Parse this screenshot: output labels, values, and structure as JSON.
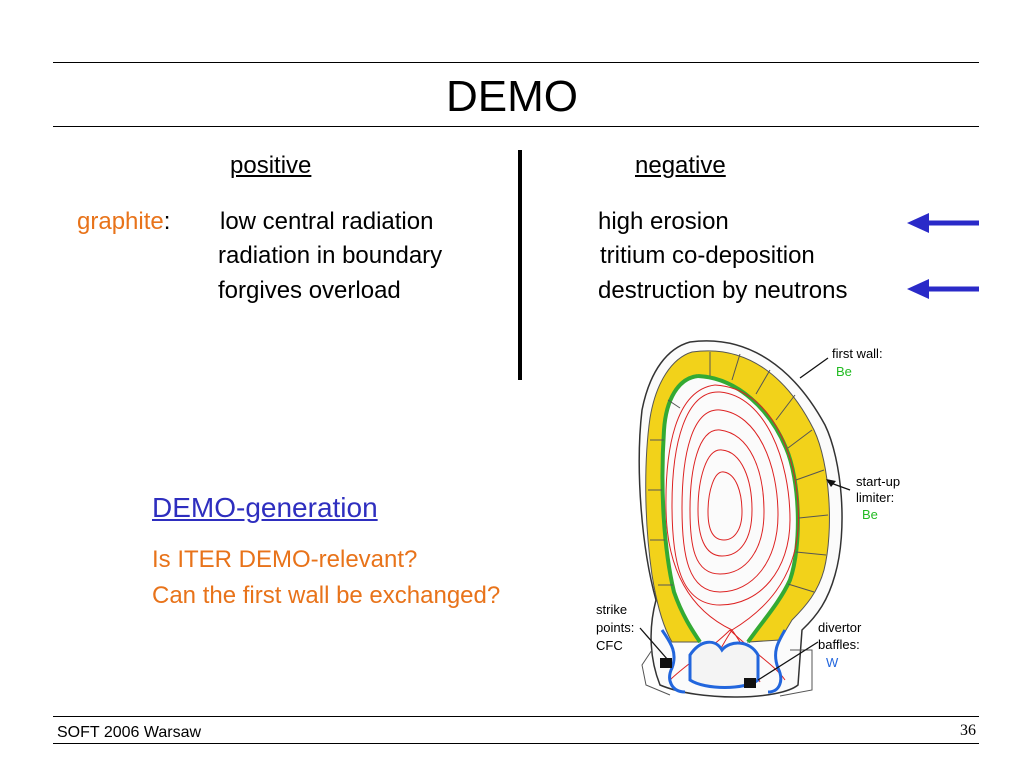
{
  "slide": {
    "title": "DEMO",
    "positive_heading": "positive",
    "negative_heading": "negative",
    "material_label": "graphite",
    "material_colon": ":",
    "positives": [
      "low central radiation",
      "radiation in boundary",
      "forgives overload"
    ],
    "negatives": [
      "high erosion",
      "tritium co-deposition",
      "destruction by neutrons"
    ],
    "demo_generation": "DEMO-generation",
    "questions": [
      "Is ITER DEMO-relevant?",
      "Can the first wall be exchanged?"
    ]
  },
  "diagram": {
    "first_wall_label": "first wall:",
    "first_wall_material": "Be",
    "limiter_label_1": "start-up",
    "limiter_label_2": "limiter:",
    "limiter_material": "Be",
    "strike_label_1": "strike",
    "strike_label_2": "points:",
    "strike_material": "CFC",
    "divertor_label_1": "divertor",
    "divertor_label_2": "baffles:",
    "divertor_material": "W"
  },
  "footer": {
    "conference": "SOFT 2006 Warsaw",
    "page_number": "36"
  },
  "colors": {
    "accent_orange": "#e8731a",
    "arrow_blue": "#2a2ac8",
    "link_blue": "#2e2ebf",
    "green_label": "#22bb22",
    "blue_label": "#2266dd",
    "blanket_yellow": "#f2d21a",
    "wall_green": "#33aa33",
    "plasma_red": "#dd2222"
  }
}
